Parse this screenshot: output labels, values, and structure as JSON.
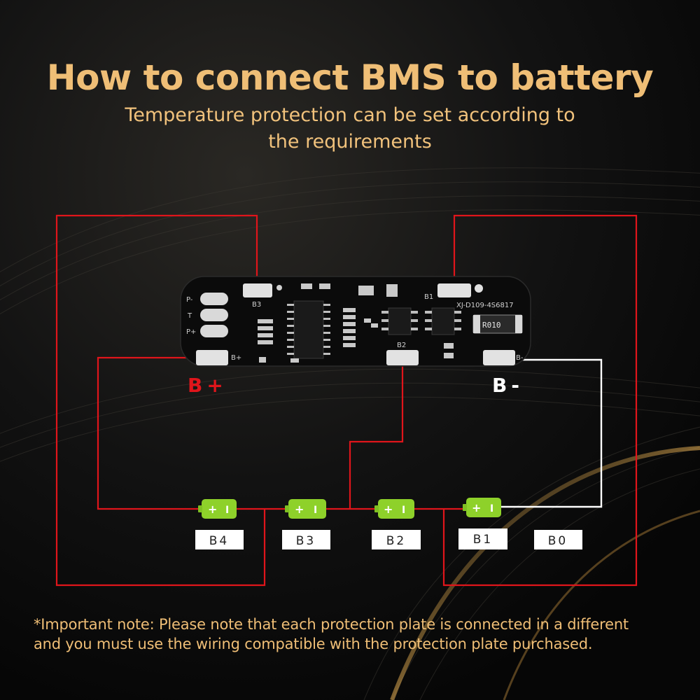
{
  "header": {
    "title": "How to connect BMS to battery",
    "subtitle_line1": "Temperature protection can be set according to",
    "subtitle_line2": "the requirements"
  },
  "board": {
    "pad_labels": {
      "p_minus": "P-",
      "t": "T",
      "p_plus": "P+",
      "b3": "B3",
      "b1": "B1",
      "b2": "B2",
      "b_plus": "B+",
      "b_minus": "B-"
    },
    "model_text": "XJ-D109-4S6817",
    "resistor_text": "R010"
  },
  "terminals": {
    "b_plus": "B+",
    "b_minus": "B-"
  },
  "cells": [
    {
      "label": "B4"
    },
    {
      "label": "B3"
    },
    {
      "label": "B2"
    },
    {
      "label": "B1"
    },
    {
      "label": "B0"
    }
  ],
  "cell_symbols": {
    "plus": "+",
    "minus": "I"
  },
  "note": {
    "line1": "*Important note: Please note that each protection plate is connected in a different",
    "line2": "and you must use the wiring compatible with the protection plate purchased."
  },
  "colors": {
    "title": "#efbe76",
    "wire_red": "#e0151b",
    "wire_white": "#ffffff",
    "cell_green": "#8ed12a",
    "board_black": "#0b0b0b"
  }
}
